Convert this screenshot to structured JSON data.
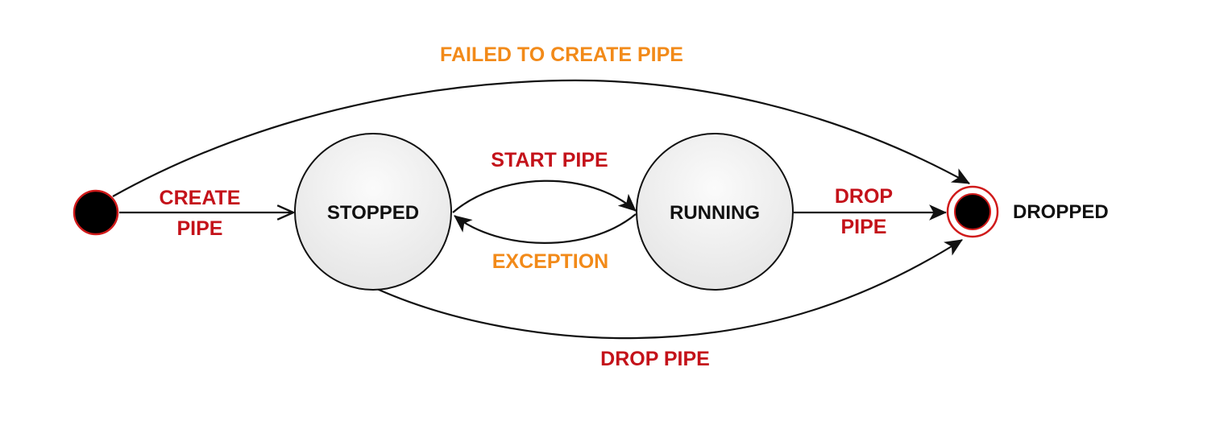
{
  "diagram": {
    "type": "state-machine",
    "states": {
      "initial": {
        "kind": "initial"
      },
      "stopped": {
        "label": "STOPPED"
      },
      "running": {
        "label": "RUNNING"
      },
      "dropped": {
        "label": "DROPPED",
        "kind": "final"
      }
    },
    "transitions": {
      "create_pipe": {
        "from": "initial",
        "to": "stopped",
        "label_line1": "CREATE",
        "label_line2": "PIPE",
        "color": "#c4121a"
      },
      "start_pipe": {
        "from": "stopped",
        "to": "running",
        "label": "START PIPE",
        "color": "#c4121a"
      },
      "exception": {
        "from": "running",
        "to": "stopped",
        "label": "EXCEPTION",
        "color": "#f28a19"
      },
      "drop_pipe_running": {
        "from": "running",
        "to": "dropped",
        "label_line1": "DROP",
        "label_line2": "PIPE",
        "color": "#c4121a"
      },
      "drop_pipe_stopped": {
        "from": "stopped",
        "to": "dropped",
        "label": "DROP PIPE",
        "color": "#c4121a"
      },
      "failed_to_create": {
        "from": "initial",
        "to": "dropped",
        "label": "FAILED TO CREATE PIPE",
        "color": "#f28a19"
      }
    }
  }
}
